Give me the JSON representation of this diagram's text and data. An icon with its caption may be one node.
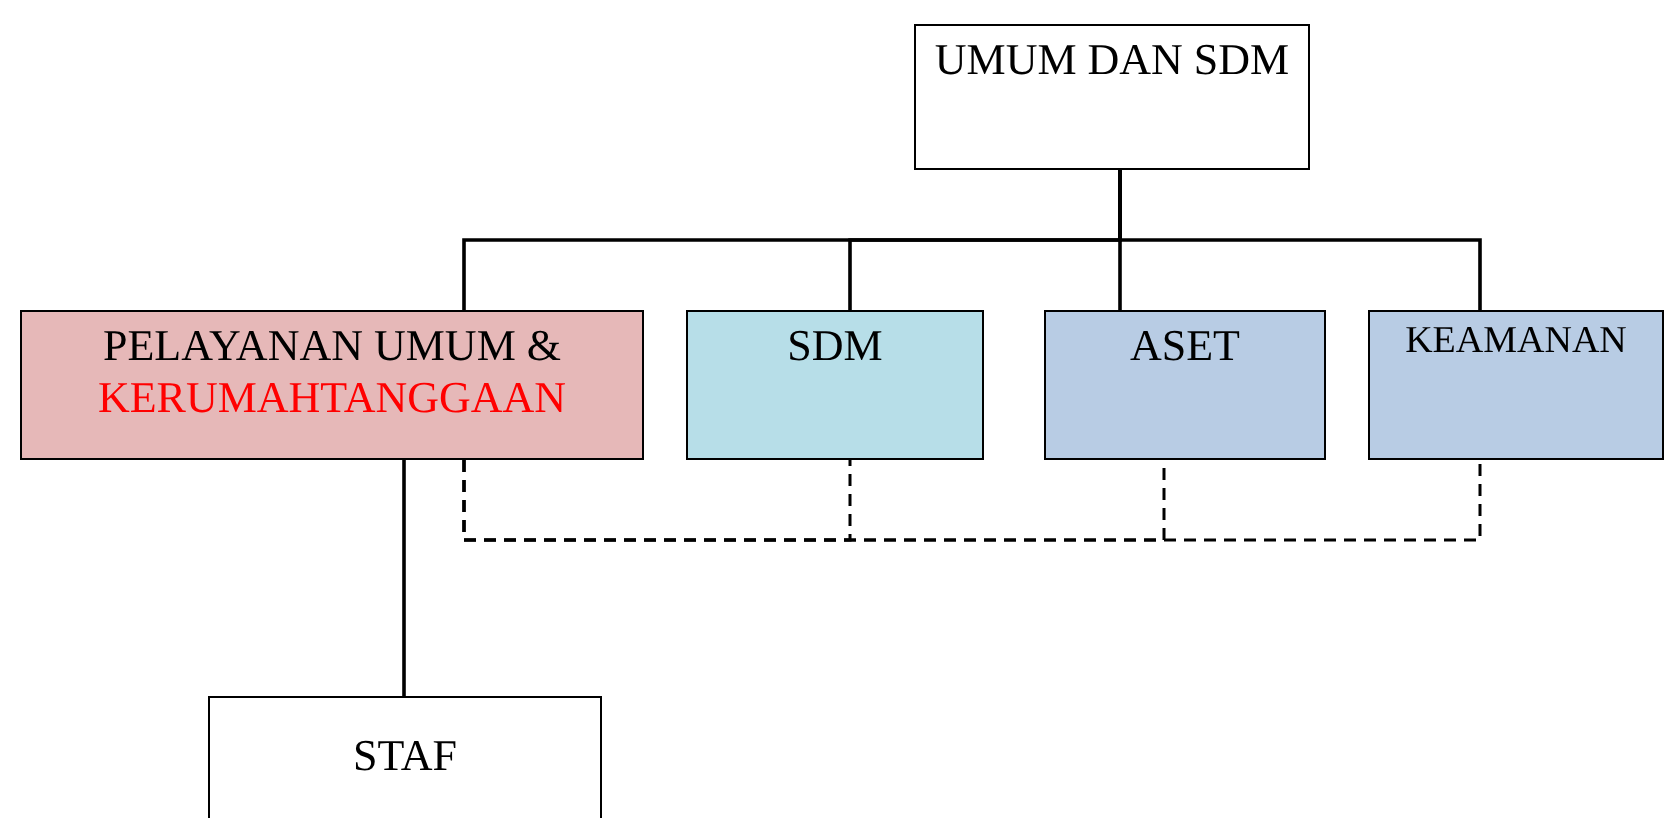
{
  "diagram": {
    "nodes": [
      {
        "text": [
          "UMUM DAN SDM"
        ]
      },
      {
        "text": [
          "PELAYANAN UMUM &",
          "KERUMAHTANGGAAN"
        ]
      },
      {
        "text": [
          "SDM"
        ]
      },
      {
        "text": [
          "ASET"
        ]
      },
      {
        "text": [
          "KEAMANAN"
        ]
      },
      {
        "text": [
          "STAF"
        ]
      }
    ],
    "edges": [
      {
        "from": 0,
        "to": 1,
        "arrow": "none"
      },
      {
        "from": 0,
        "to": 2,
        "arrow": "none"
      },
      {
        "from": 0,
        "to": 3,
        "arrow": "none"
      },
      {
        "from": 0,
        "to": 4,
        "arrow": "none"
      },
      {
        "from": 1,
        "to": 5,
        "arrow": "none"
      },
      {
        "from": 1,
        "to": 2,
        "arrow": "none",
        "style": "dashed"
      },
      {
        "from": 1,
        "to": 3,
        "arrow": "none",
        "style": "dashed"
      },
      {
        "from": 1,
        "to": 4,
        "arrow": "none",
        "style": "dashed"
      }
    ]
  }
}
